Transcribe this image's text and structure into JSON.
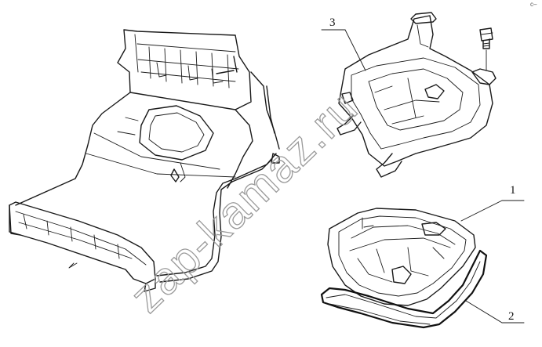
{
  "callouts": [
    {
      "number": "1"
    },
    {
      "number": "2"
    },
    {
      "number": "3"
    }
  ],
  "watermark": "zap-kamaz.ru",
  "corner_mark": "c–"
}
